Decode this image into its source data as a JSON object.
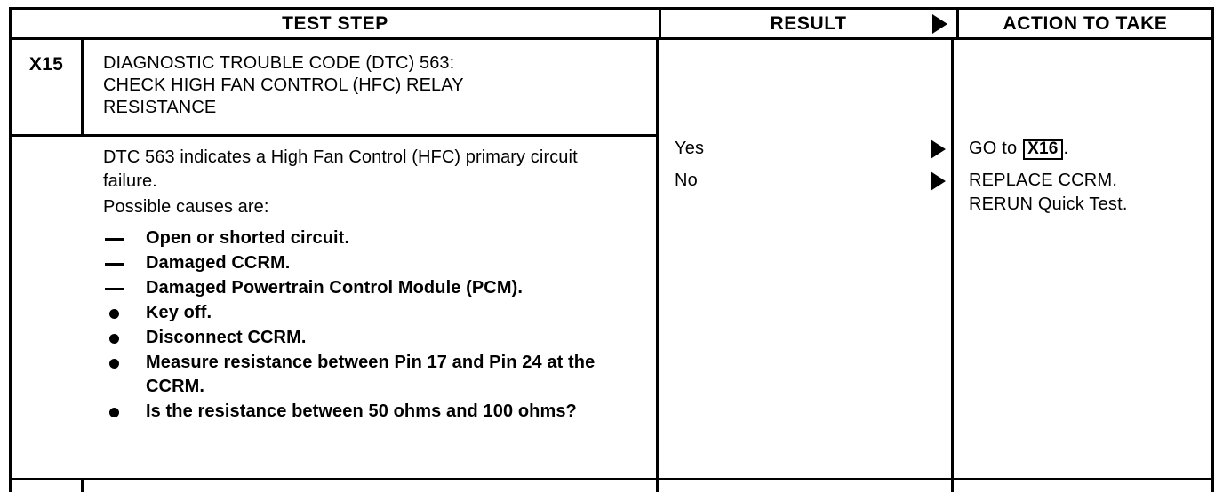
{
  "table": {
    "headers": {
      "test_step": "TEST STEP",
      "result": "RESULT",
      "action": "ACTION TO TAKE",
      "result_arrow_icon": "right-triangle-icon"
    },
    "step": {
      "id": "X15",
      "title_lines": [
        "DIAGNOSTIC TROUBLE CODE (DTC) 563:",
        "CHECK HIGH FAN CONTROL (HFC) RELAY",
        "RESISTANCE"
      ],
      "paragraphs": [
        "DTC 563 indicates a High Fan Control (HFC) primary circuit failure.",
        "Possible causes are:"
      ],
      "items": [
        {
          "marker": "dash",
          "text": "Open or shorted circuit."
        },
        {
          "marker": "dash",
          "text": "Damaged CCRM."
        },
        {
          "marker": "dash",
          "text": "Damaged Powertrain Control Module (PCM)."
        },
        {
          "marker": "bullet",
          "text": "Key off."
        },
        {
          "marker": "bullet",
          "text": "Disconnect CCRM."
        },
        {
          "marker": "bullet",
          "text": "Measure resistance between Pin 17 and Pin 24 at the CCRM."
        },
        {
          "marker": "bullet",
          "text": "Is the resistance between 50 ohms and 100 ohms?"
        }
      ],
      "results": [
        {
          "label": "Yes",
          "arrow_icon": "right-triangle-icon"
        },
        {
          "label": "No",
          "arrow_icon": "right-triangle-icon"
        }
      ],
      "actions": [
        {
          "prefix": "GO to ",
          "reference": "X16",
          "suffix": ".",
          "extra_line": ""
        },
        {
          "prefix": "REPLACE CCRM.",
          "reference": "",
          "suffix": "",
          "extra_line": "RERUN Quick Test."
        }
      ]
    }
  },
  "colors": {
    "ink": "#000000",
    "paper": "#ffffff"
  }
}
